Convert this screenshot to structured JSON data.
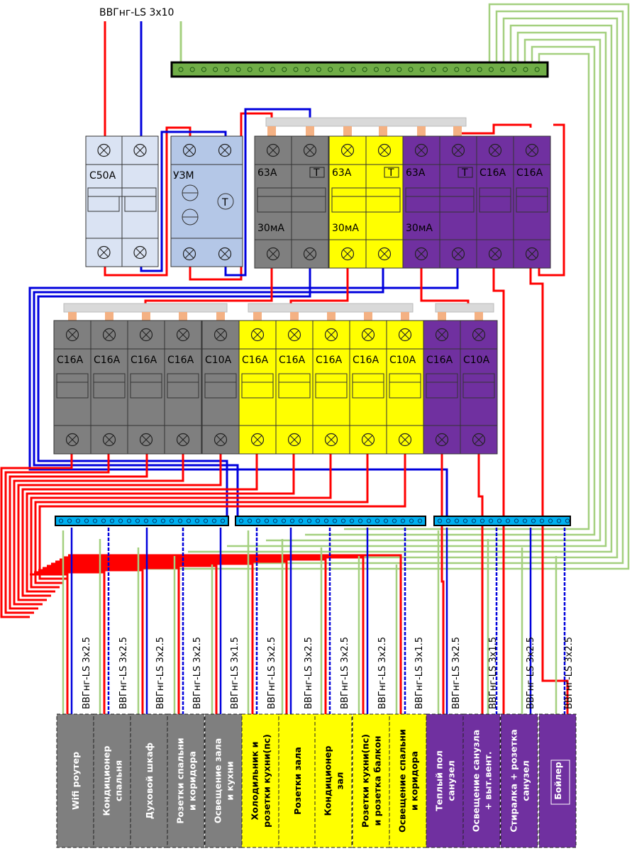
{
  "input_cable": "ВВГнг-LS 3x10",
  "colors": {
    "phase": "#ff0000",
    "neutral": "#0000dd",
    "ground": "#a4d07f",
    "gray": "#7f7f7f",
    "yellow": "#ffff00",
    "purple": "#7030a0",
    "main_breaker": "#dae3f3",
    "uzm": "#b4c7e7",
    "busbar": "#00b0f0",
    "comb": "#d9d9d9",
    "comb_pin": "#f4b183",
    "ground_bar": "#70ad47"
  },
  "main_breaker": {
    "label": "C50A"
  },
  "uzm": {
    "label": "УЗМ",
    "test": "T"
  },
  "rcds": [
    {
      "rating": "63A",
      "leak": "30мА",
      "test": "T",
      "color": "gray"
    },
    {
      "rating": "63A",
      "leak": "30мА",
      "test": "T",
      "color": "yellow"
    },
    {
      "rating": "63A",
      "leak": "30мА",
      "test": "T",
      "color": "purple"
    }
  ],
  "top_breakers": [
    {
      "label": "C16A"
    },
    {
      "label": "C16A"
    }
  ],
  "bottom_breakers": [
    {
      "label": "C16A",
      "color": "gray"
    },
    {
      "label": "C16A",
      "color": "gray"
    },
    {
      "label": "C16A",
      "color": "gray"
    },
    {
      "label": "C16A",
      "color": "gray"
    },
    {
      "label": "C10A",
      "color": "gray"
    },
    {
      "label": "C16A",
      "color": "yellow"
    },
    {
      "label": "C16A",
      "color": "yellow"
    },
    {
      "label": "C16A",
      "color": "yellow"
    },
    {
      "label": "C16A",
      "color": "yellow"
    },
    {
      "label": "C10A",
      "color": "yellow"
    },
    {
      "label": "C16A",
      "color": "purple"
    },
    {
      "label": "C10A",
      "color": "purple"
    }
  ],
  "consumers": [
    {
      "cable": "ВВГнг-LS 3x2.5",
      "lines": [
        "Wifi роутер"
      ],
      "color": "gray"
    },
    {
      "cable": "ВВГнг-LS 3x2.5",
      "lines": [
        "Кондиционер",
        "спальня"
      ],
      "color": "gray"
    },
    {
      "cable": "ВВГнг-LS 3x2.5",
      "lines": [
        "Духовой шкаф"
      ],
      "color": "gray"
    },
    {
      "cable": "ВВГнг-LS 3x2.5",
      "lines": [
        "Розетки спальни",
        "и коридора"
      ],
      "color": "gray"
    },
    {
      "cable": "ВВГнг-LS 3x1.5",
      "lines": [
        "Освещение зала",
        "и кухни"
      ],
      "color": "gray"
    },
    {
      "cable": "ВВГнг-LS 3x2.5",
      "lines": [
        "Холодильник и",
        "розетки кухни(пс)"
      ],
      "color": "yellow"
    },
    {
      "cable": "ВВГнг-LS 3x2.5",
      "lines": [
        "Розетки зала"
      ],
      "color": "yellow"
    },
    {
      "cable": "ВВГнг-LS 3x2.5",
      "lines": [
        "Кондиционер",
        "зал"
      ],
      "color": "yellow"
    },
    {
      "cable": "ВВГнг-LS 3x2.5",
      "lines": [
        "Розетки кухни(пс)",
        "и розетка балкон"
      ],
      "color": "yellow"
    },
    {
      "cable": "ВВГнг-LS 3x1.5",
      "lines": [
        "Освещение спальни",
        "и коридора"
      ],
      "color": "yellow"
    },
    {
      "cable": "ВВГнг-LS 3x2.5",
      "lines": [
        "Теплый пол",
        "санузел"
      ],
      "color": "purple"
    },
    {
      "cable": "ВВГнг-LS 3x1.5",
      "lines": [
        "Освещение санузла",
        "+ выт.вент."
      ],
      "color": "purple"
    },
    {
      "cable": "ВВГнг-LS 3x2.5",
      "lines": [
        "Стиралка + розетка",
        "санузел"
      ],
      "color": "purple"
    },
    {
      "cable": "ВВГнг-LS 3x2.5",
      "lines": [
        "Бойлер"
      ],
      "color": "purple"
    }
  ]
}
